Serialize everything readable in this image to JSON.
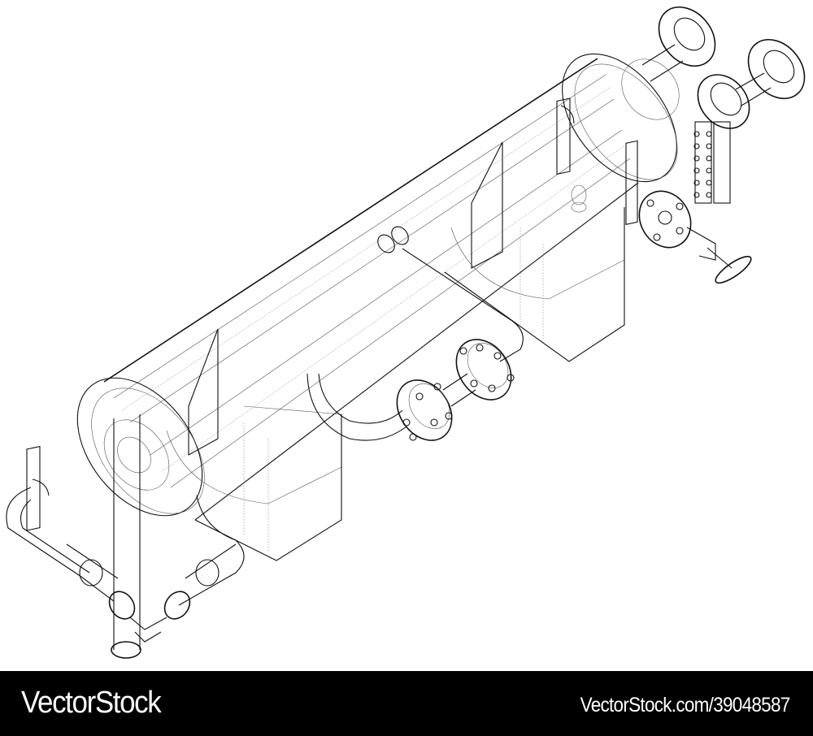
{
  "illustration": {
    "subject": "Industrial horizontal pressure vessel separator wireframe",
    "style": "isometric line drawing",
    "components": [
      "horizontal-cylindrical-tank",
      "saddle-supports",
      "flanged-pipe-connection",
      "level-gauge-glass",
      "handwheel-valves",
      "drain-manifold-with-ball-valves",
      "pipe-clamps"
    ],
    "colors": {
      "background": "#ffffff",
      "line": "#111111",
      "footer": "#000000",
      "footer_text": "#ffffff"
    }
  },
  "footer": {
    "brand": "VectorStock",
    "credit": "VectorStock.com/39048587"
  }
}
